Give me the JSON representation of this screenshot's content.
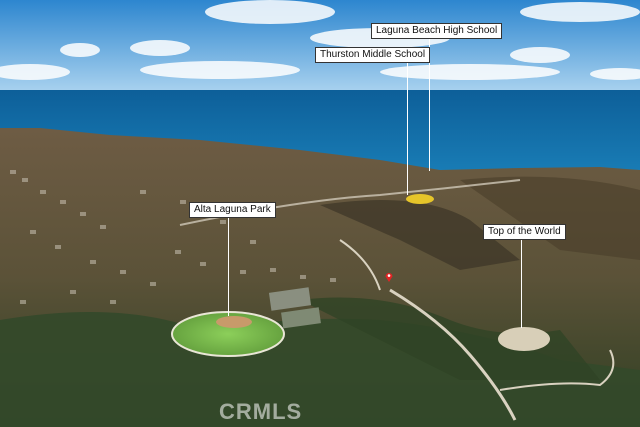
{
  "image": {
    "labels": {
      "laguna_beach_high_school": "Laguna Beach High School",
      "thurston_middle_school": "Thurston Middle School",
      "alta_laguna_park": "Alta Laguna Park",
      "top_of_the_world": "Top of the World"
    },
    "watermark": "CRMLS",
    "colors": {
      "ocean": "#0f6aa6",
      "sky": "#4aa0d8",
      "hills": "#7a6a4c",
      "vegetation": "#3d5a2c",
      "park_grass": "#6fb04a",
      "pin": "#e02424"
    }
  }
}
